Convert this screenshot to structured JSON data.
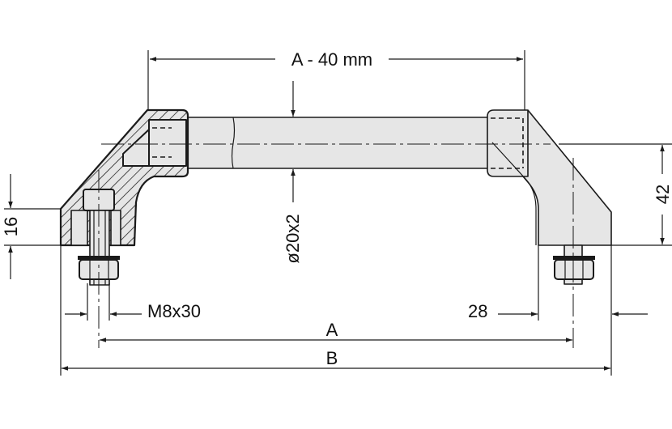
{
  "drawing": {
    "dimensions": {
      "tube_length": "A - 40 mm",
      "tube_diameter": "ø20x2",
      "height": "42",
      "base_height": "16",
      "screw": "M8x30",
      "foot_width": "28",
      "hole_spacing": "A",
      "overall_length": "B"
    },
    "colors": {
      "fill": "#e6e6e6",
      "line": "#1a1a1a"
    }
  }
}
